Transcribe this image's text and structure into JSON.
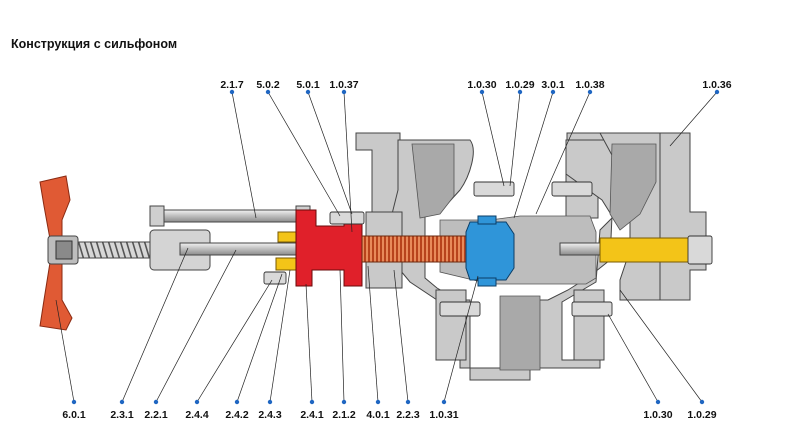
{
  "title": "Конструкция с сильфоном",
  "colors": {
    "body": "#c9c9c9",
    "body_stroke": "#444444",
    "bellows": "#d96a3c",
    "red_part": "#e0202a",
    "yellow_part": "#f3c418",
    "blue_part": "#2f95d9",
    "handwheel": "#e05a34",
    "leader": "#222222",
    "dot": "#1f66c2"
  },
  "labels_top": [
    "2.1.7",
    "5.0.2",
    "5.0.1",
    "1.0.37",
    "1.0.30",
    "1.0.29",
    "3.0.1",
    "1.0.38",
    "1.0.36"
  ],
  "labels_bottom": [
    "6.0.1",
    "2.3.1",
    "2.2.1",
    "2.4.4",
    "2.4.2",
    "2.4.3",
    "2.4.1",
    "2.1.2",
    "4.0.1",
    "2.2.3",
    "1.0.31",
    "1.0.30",
    "1.0.29"
  ]
}
